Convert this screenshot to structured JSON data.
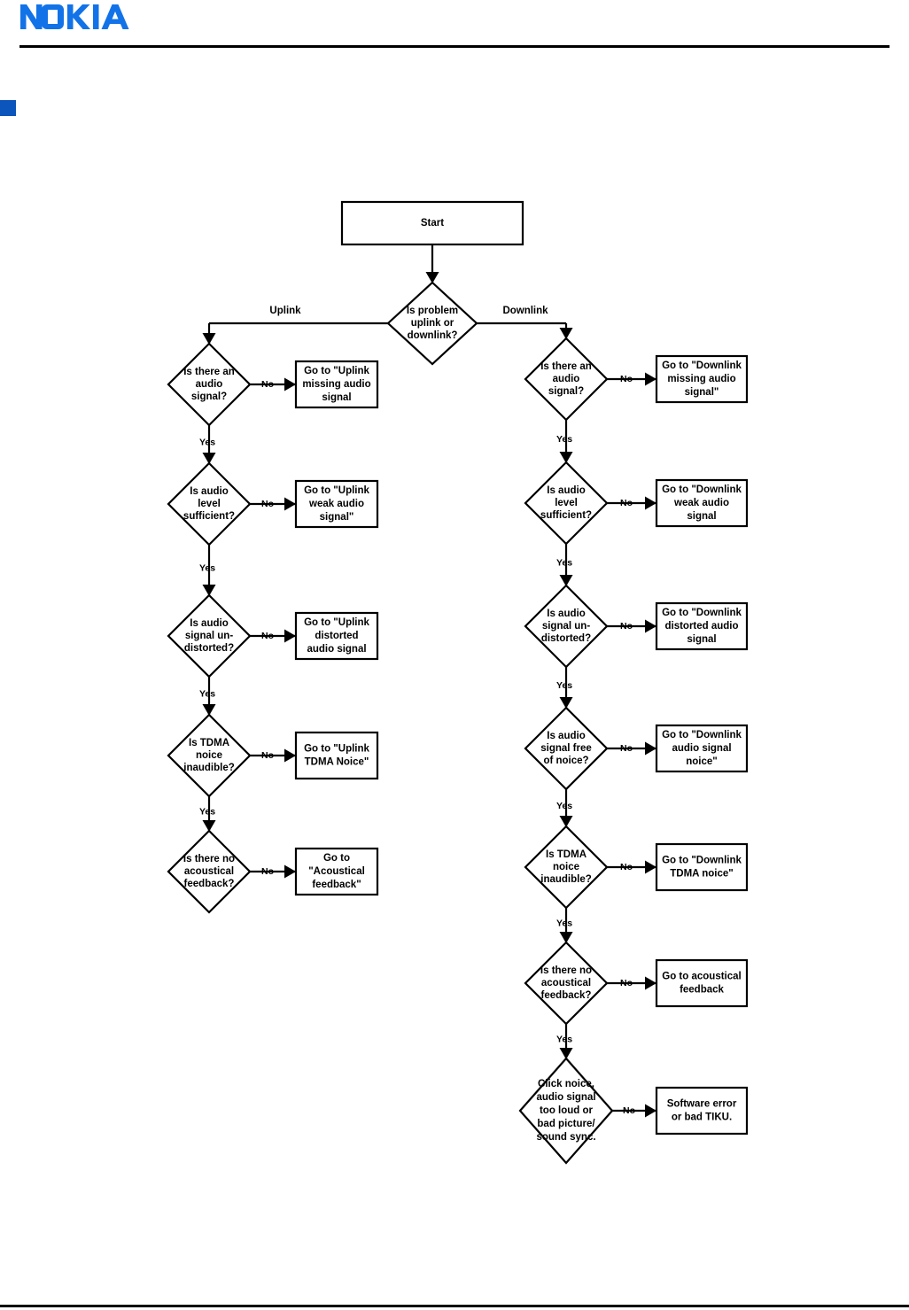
{
  "document": {
    "brand": "NOKIA",
    "brand_color": "#1273e8",
    "marker_color": "#0b55bc",
    "rule_color": "#000000",
    "background": "#ffffff"
  },
  "flowchart": {
    "title": "Audio problem troubleshooting flowchart",
    "start": {
      "label": "Start"
    },
    "root_decision": {
      "text": [
        "Is problem",
        "uplink or",
        "downlink?"
      ],
      "left_branch_label": "Uplink",
      "right_branch_label": "Downlink"
    },
    "yes_label": "Yes",
    "no_label": "No",
    "uplink": {
      "branch_label": "Uplink",
      "steps": [
        {
          "decision": [
            "Is there an",
            "audio",
            "signal?"
          ],
          "no_target": [
            "Go to \"Uplink",
            "missing audio",
            "signal"
          ]
        },
        {
          "decision": [
            "Is audio",
            "level",
            "sufficient?"
          ],
          "no_target": [
            "Go to \"Uplink",
            "weak audio",
            "signal\""
          ]
        },
        {
          "decision": [
            "Is audio",
            "signal un-",
            "distorted?"
          ],
          "no_target": [
            "Go to \"Uplink",
            "distorted",
            "audio signal"
          ]
        },
        {
          "decision": [
            "Is TDMA",
            "noice",
            "inaudible?"
          ],
          "no_target": [
            "Go to \"Uplink",
            "TDMA Noice\""
          ]
        },
        {
          "decision": [
            "Is there no",
            "acoustical",
            "feedback?"
          ],
          "no_target": [
            "Go to",
            "\"Acoustical",
            "feedback\""
          ]
        }
      ]
    },
    "downlink": {
      "branch_label": "Downlink",
      "steps": [
        {
          "decision": [
            "Is there an",
            "audio",
            "signal?"
          ],
          "no_target": [
            "Go to \"Downlink",
            "missing audio",
            "signal\""
          ]
        },
        {
          "decision": [
            "Is audio",
            "level",
            "sufficient?"
          ],
          "no_target": [
            "Go to \"Downlink",
            "weak audio",
            "signal"
          ]
        },
        {
          "decision": [
            "Is audio",
            "signal un-",
            "distorted?"
          ],
          "no_target": [
            "Go to \"Downlink",
            "distorted audio",
            "signal"
          ]
        },
        {
          "decision": [
            "Is audio",
            "signal free",
            "of noice?"
          ],
          "no_target": [
            "Go to \"Downlink",
            "audio signal",
            "noice\""
          ]
        },
        {
          "decision": [
            "Is TDMA",
            "noice",
            "inaudible?"
          ],
          "no_target": [
            "Go to \"Downlink",
            "TDMA noice\""
          ]
        },
        {
          "decision": [
            "Is there no",
            "acoustical",
            "feedback?"
          ],
          "no_target": [
            "Go to acoustical",
            "feedback"
          ]
        },
        {
          "decision": [
            "Click noice,",
            "audio signal",
            "too loud or",
            "bad picture/",
            "sound sync."
          ],
          "no_target": [
            "Software error",
            "or bad TIKU."
          ]
        }
      ]
    }
  }
}
